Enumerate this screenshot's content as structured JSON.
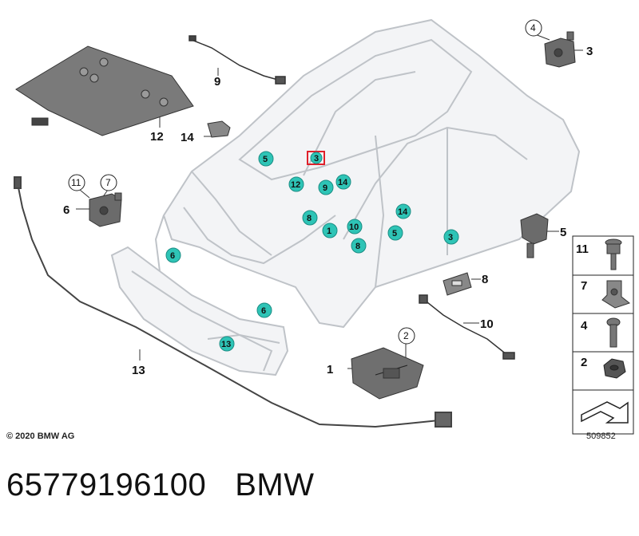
{
  "callouts": [
    {
      "id": "c1",
      "text": "1"
    },
    {
      "id": "c3",
      "text": "3"
    },
    {
      "id": "c5",
      "text": "5"
    },
    {
      "id": "c6",
      "text": "6"
    },
    {
      "id": "c8",
      "text": "8"
    },
    {
      "id": "c9",
      "text": "9"
    },
    {
      "id": "c10",
      "text": "10"
    },
    {
      "id": "c12",
      "text": "12"
    },
    {
      "id": "c13",
      "text": "13"
    },
    {
      "id": "c14",
      "text": "14"
    }
  ],
  "circled_labels": [
    "4",
    "11",
    "7",
    "2"
  ],
  "badges": [
    "5",
    "3",
    "12",
    "9",
    "14",
    "8",
    "1",
    "10",
    "5",
    "14",
    "8",
    "3",
    "6",
    "6",
    "13"
  ],
  "legend": [
    "11",
    "7",
    "4",
    "2"
  ],
  "footer": {
    "copyright": "© 2020 BMW AG",
    "diagram_number": "509852"
  },
  "caption": {
    "part_number": "65779196100",
    "brand": "BMW"
  },
  "colors": {
    "badge_fill": "#2ec4b6",
    "highlight": "#e0202a",
    "part_dark": "#555555",
    "body_line": "#bfc3c8"
  }
}
